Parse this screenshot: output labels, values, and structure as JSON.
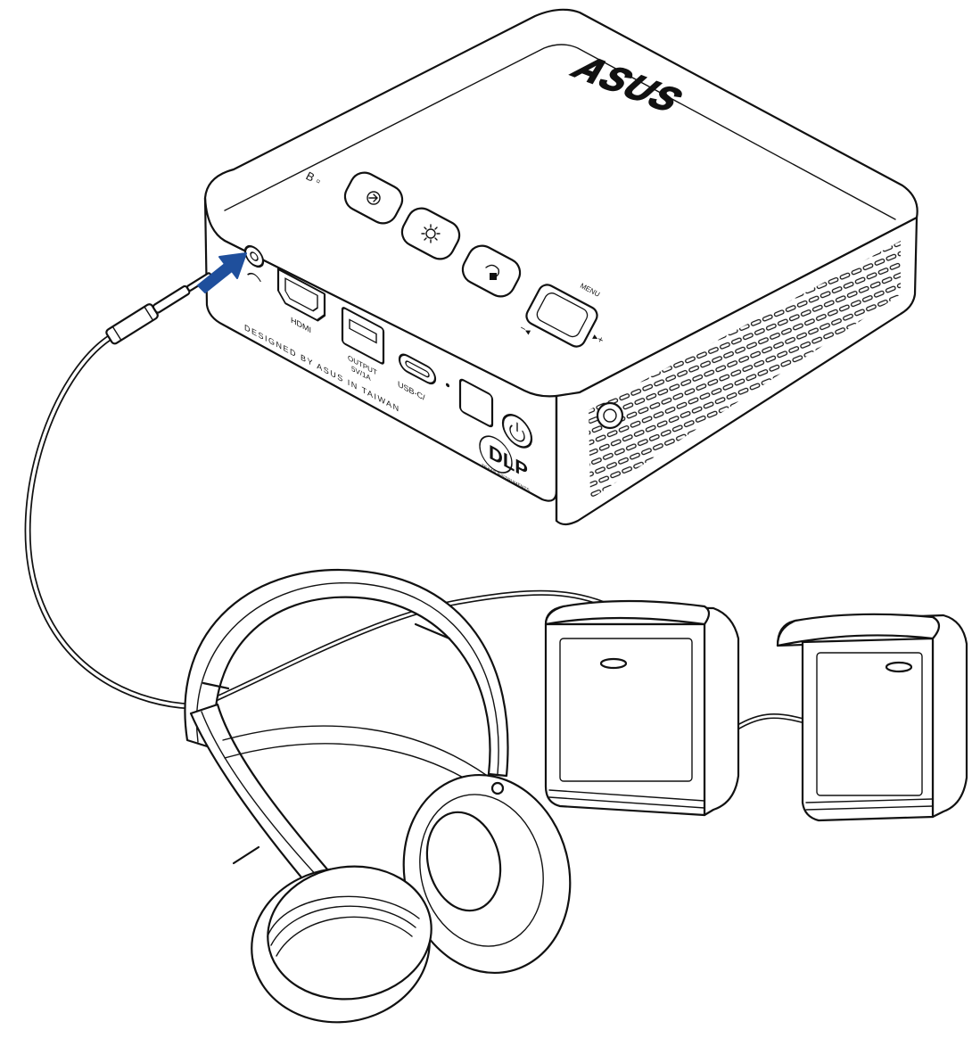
{
  "projector": {
    "brand_logo": "ASUS",
    "port_labels": {
      "hdmi": "HDMI",
      "output": "OUTPUT",
      "output_rating": "5V/1A",
      "usb_c": "USB-C/",
      "designed_by": "DESIGNED BY ASUS IN TAIWAN"
    },
    "dlp_logo": "DLP",
    "dlp_sub": "TEXAS INSTRUMENTS",
    "menu_label": "MENU"
  },
  "icons": {
    "arrow": "blue-arrow-icon",
    "headphone_jack": "headphone-jack-icon",
    "power": "power-icon",
    "source": "input-source-icon",
    "brightness": "brightness-icon",
    "back": "back-icon"
  },
  "colors": {
    "line": "#111111",
    "arrow": "#1f4f9c",
    "background": "#ffffff"
  }
}
